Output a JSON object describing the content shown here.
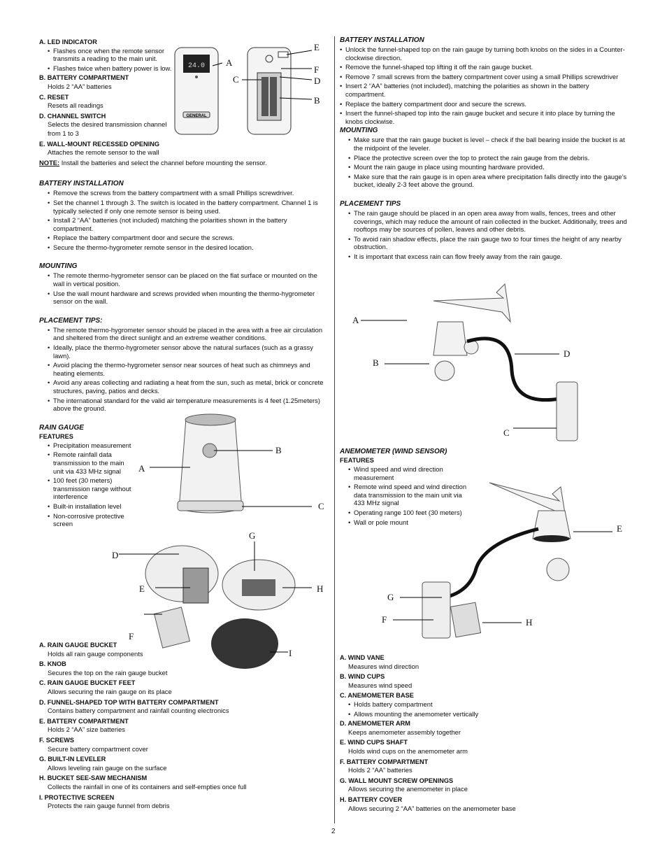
{
  "left": {
    "sensor_parts": [
      {
        "term": "A. LED INDICATOR",
        "bullets": [
          "Flashes once when the remote sensor transmits a reading to the main unit.",
          "Flashes twice when battery power is low."
        ]
      },
      {
        "term": "B. BATTERY COMPARTMENT",
        "desc": "Holds 2 “AA” batteries"
      },
      {
        "term": "C. RESET",
        "desc": "Resets all readings"
      },
      {
        "term": "D. CHANNEL SWITCH",
        "desc": "Selects the desired transmission channel from 1 to 3"
      },
      {
        "term": "E. WALL-MOUNT RECESSED OPENING",
        "desc": "Attaches the remote sensor to the wall"
      }
    ],
    "note_label": "NOTE:",
    "note_text": " Install the batteries and select the channel before mounting the sensor.",
    "battery_title": "BATTERY INSTALLATION",
    "battery": [
      "Remove the screws from the battery compartment with a small Phillips screwdriver.",
      "Set the channel 1 through 3. The switch is located in the battery compartment. Channel 1 is typically selected if only one remote sensor is being used.",
      "Install 2 “AA” batteries (not included) matching the polarities shown in the battery compartment.",
      "Replace the battery compartment door and secure the screws.",
      "Secure the thermo-hygrometer remote sensor in the desired location."
    ],
    "mounting_title": "MOUNTING",
    "mounting": [
      "The remote thermo-hygrometer sensor can be placed on the flat surface or mounted on the wall in vertical position.",
      "Use the wall mount hardware and screws provided when mounting the thermo-hygrometer sensor on the wall."
    ],
    "placement_title": "PLACEMENT TIPS:",
    "placement": [
      "The remote thermo-hygrometer sensor should be placed in the area with a free air circulation and sheltered from the direct sunlight and an extreme weather conditions.",
      "Ideally, place the thermo-hygrometer sensor above the natural surfaces (such as a grassy lawn).",
      "Avoid placing the thermo-hygrometer sensor near sources of heat such as chimneys and heating elements.",
      "Avoid any areas collecting and radiating a heat from the sun, such as metal, brick or concrete structures, paving, patios and decks.",
      "The international standard for the valid air temperature measurements is 4 feet (1.25meters) above the ground."
    ],
    "rain_title": "RAIN GAUGE",
    "features_label": "FEATURES",
    "rain_features": [
      "Precipitation measurement",
      "Remote rainfall data transmission to the main unit via 433 MHz signal",
      "100 feet (30 meters) transmission range without interference",
      "Built-in installation level",
      "Non-corrosive protective screen"
    ],
    "rain_parts": [
      {
        "term": "A. RAIN GAUGE BUCKET",
        "desc": "Holds all rain gauge components"
      },
      {
        "term": "B. KNOB",
        "desc": "Secures the top on the rain gauge bucket"
      },
      {
        "term": "C. RAIN GAUGE BUCKET FEET",
        "desc": "Allows securing the rain gauge on its place"
      },
      {
        "term": "D. FUNNEL-SHAPED TOP WITH BATTERY COMPARTMENT",
        "desc": "Contains battery compartment and rainfall counting electronics"
      },
      {
        "term": "E. BATTERY COMPARTMENT",
        "desc": "Holds 2 “AA” size batteries"
      },
      {
        "term": "F. SCREWS",
        "desc": "Secure battery compartment cover"
      },
      {
        "term": "G. BUILT-IN LEVELER",
        "desc": "Allows leveling rain gauge on the surface"
      },
      {
        "term": "H. BUCKET SEE-SAW MECHANISM",
        "desc": "Collects the rainfall in one of its containers and self-empties once full"
      },
      {
        "term": "I. PROTECTIVE SCREEN",
        "desc": "Protects the rain gauge funnel from debris"
      }
    ]
  },
  "right": {
    "battery_title": "BATTERY INSTALLATION",
    "battery": [
      "Unlock the funnel-shaped top on the rain gauge by turning both knobs on the sides in a Counter-clockwise direction.",
      "Remove the funnel-shaped top lifting it off the rain gauge bucket.",
      "Remove 7 small screws from the battery compartment cover using a small Phillips screwdriver",
      "Insert 2 “AA” batteries (not included), matching the polarities as shown in the battery compartment.",
      "Replace the battery compartment door and secure the screws.",
      "Insert the funnel-shaped top into the rain gauge bucket and secure it into place by turning the knobs clockwise."
    ],
    "mounting_title": "MOUNTING",
    "mounting": [
      "Make sure that the rain gauge bucket is level – check if the ball bearing inside the bucket is at the midpoint of the leveler.",
      "Place the protective screen over the top to protect the rain gauge from the debris.",
      "Mount the rain gauge in place using mounting hardware provided.",
      "Make sure that the rain gauge is in open area where precipitation falls directly into the gauge’s bucket, ideally 2-3 feet above the ground."
    ],
    "placement_title": "PLACEMENT TIPS",
    "placement": [
      "The rain gauge should be placed in an open area away from walls, fences, trees and other coverings, which may reduce the amount of rain collected in the bucket. Additionally, trees and rooftops may be sources of pollen, leaves and other debris.",
      "To avoid rain shadow effects, place the rain gauge two to four times the height of any nearby obstruction.",
      "It is important that excess rain can flow freely away from the rain gauge."
    ],
    "anemo_title": "ANEMOMETER (WIND SENSOR)",
    "features_label": "FEATURES",
    "anemo_features": [
      "Wind speed and wind direction measurement",
      "Remote wind speed and wind direction data transmission to the main unit via 433 MHz signal",
      "Operating range 100 feet (30 meters)",
      "Wall or pole mount"
    ],
    "anemo_parts": [
      {
        "term": "A. WIND VANE",
        "desc": "Measures wind direction"
      },
      {
        "term": "B. WIND CUPS",
        "desc": "Measures wind speed"
      },
      {
        "term": "C. ANEMOMETER BASE",
        "bullets": [
          "Holds battery compartment",
          "Allows mounting the anemometer vertically"
        ]
      },
      {
        "term": "D. ANEMOMETER ARM",
        "desc": "Keeps anemometer assembly together"
      },
      {
        "term": "E. WIND CUPS SHAFT",
        "desc": "Holds wind cups on the anemometer arm"
      },
      {
        "term": "F. BATTERY COMPARTMENT",
        "desc": "Holds 2 “AA” batteries"
      },
      {
        "term": "G. WALL MOUNT SCREW OPENINGS",
        "desc": "Allows securing the anemometer in place"
      },
      {
        "term": "H. BATTERY COVER",
        "desc": "Allows securing 2 “AA” batteries on the anemometer base"
      }
    ]
  },
  "figures": {
    "sensor_labels": [
      "A",
      "C",
      "E",
      "F",
      "D",
      "B"
    ],
    "sensor_display": "24.0",
    "sensor_brand": "GENERAL",
    "rain_labels": [
      "A",
      "B",
      "C"
    ],
    "rain_exploded_labels": [
      "D",
      "G",
      "E",
      "H",
      "F",
      "I"
    ],
    "anemo_labels": [
      "A",
      "B",
      "D",
      "C"
    ],
    "anemo_exploded_labels": [
      "E",
      "G",
      "F",
      "H"
    ]
  },
  "page_number": "2"
}
